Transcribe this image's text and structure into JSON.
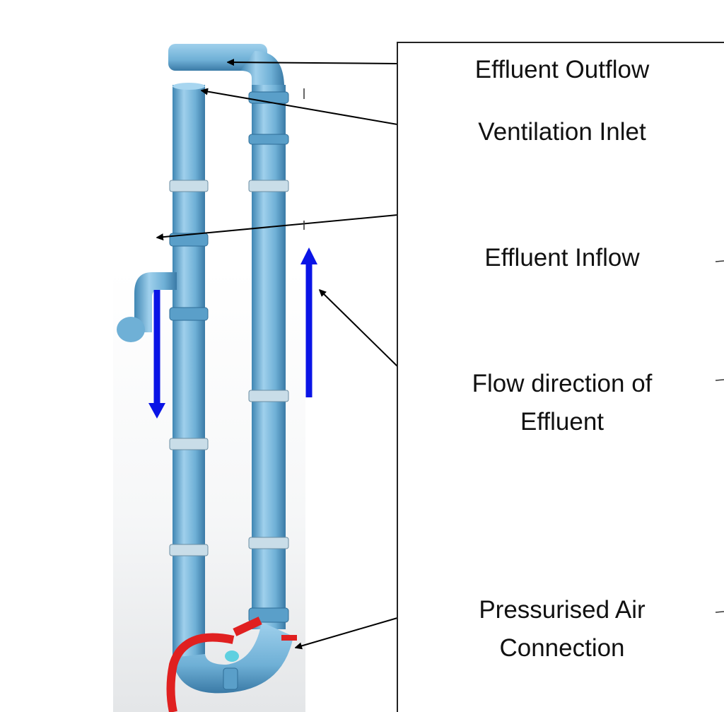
{
  "labels": {
    "effluent_outflow": "Effluent Outflow",
    "ventilation_inlet": "Ventilation Inlet",
    "effluent_inflow": "Effluent Inflow",
    "flow_direction_line1": "Flow direction of",
    "flow_direction_line2": "Effluent",
    "pressurised_air_line1": "Pressurised Air",
    "pressurised_air_line2": "Connection"
  },
  "colors": {
    "pipe": "#6fb0d6",
    "pipe_dark": "#3f86b3",
    "flow_arrow": "#0a14e6",
    "air_hose": "#e02020"
  }
}
